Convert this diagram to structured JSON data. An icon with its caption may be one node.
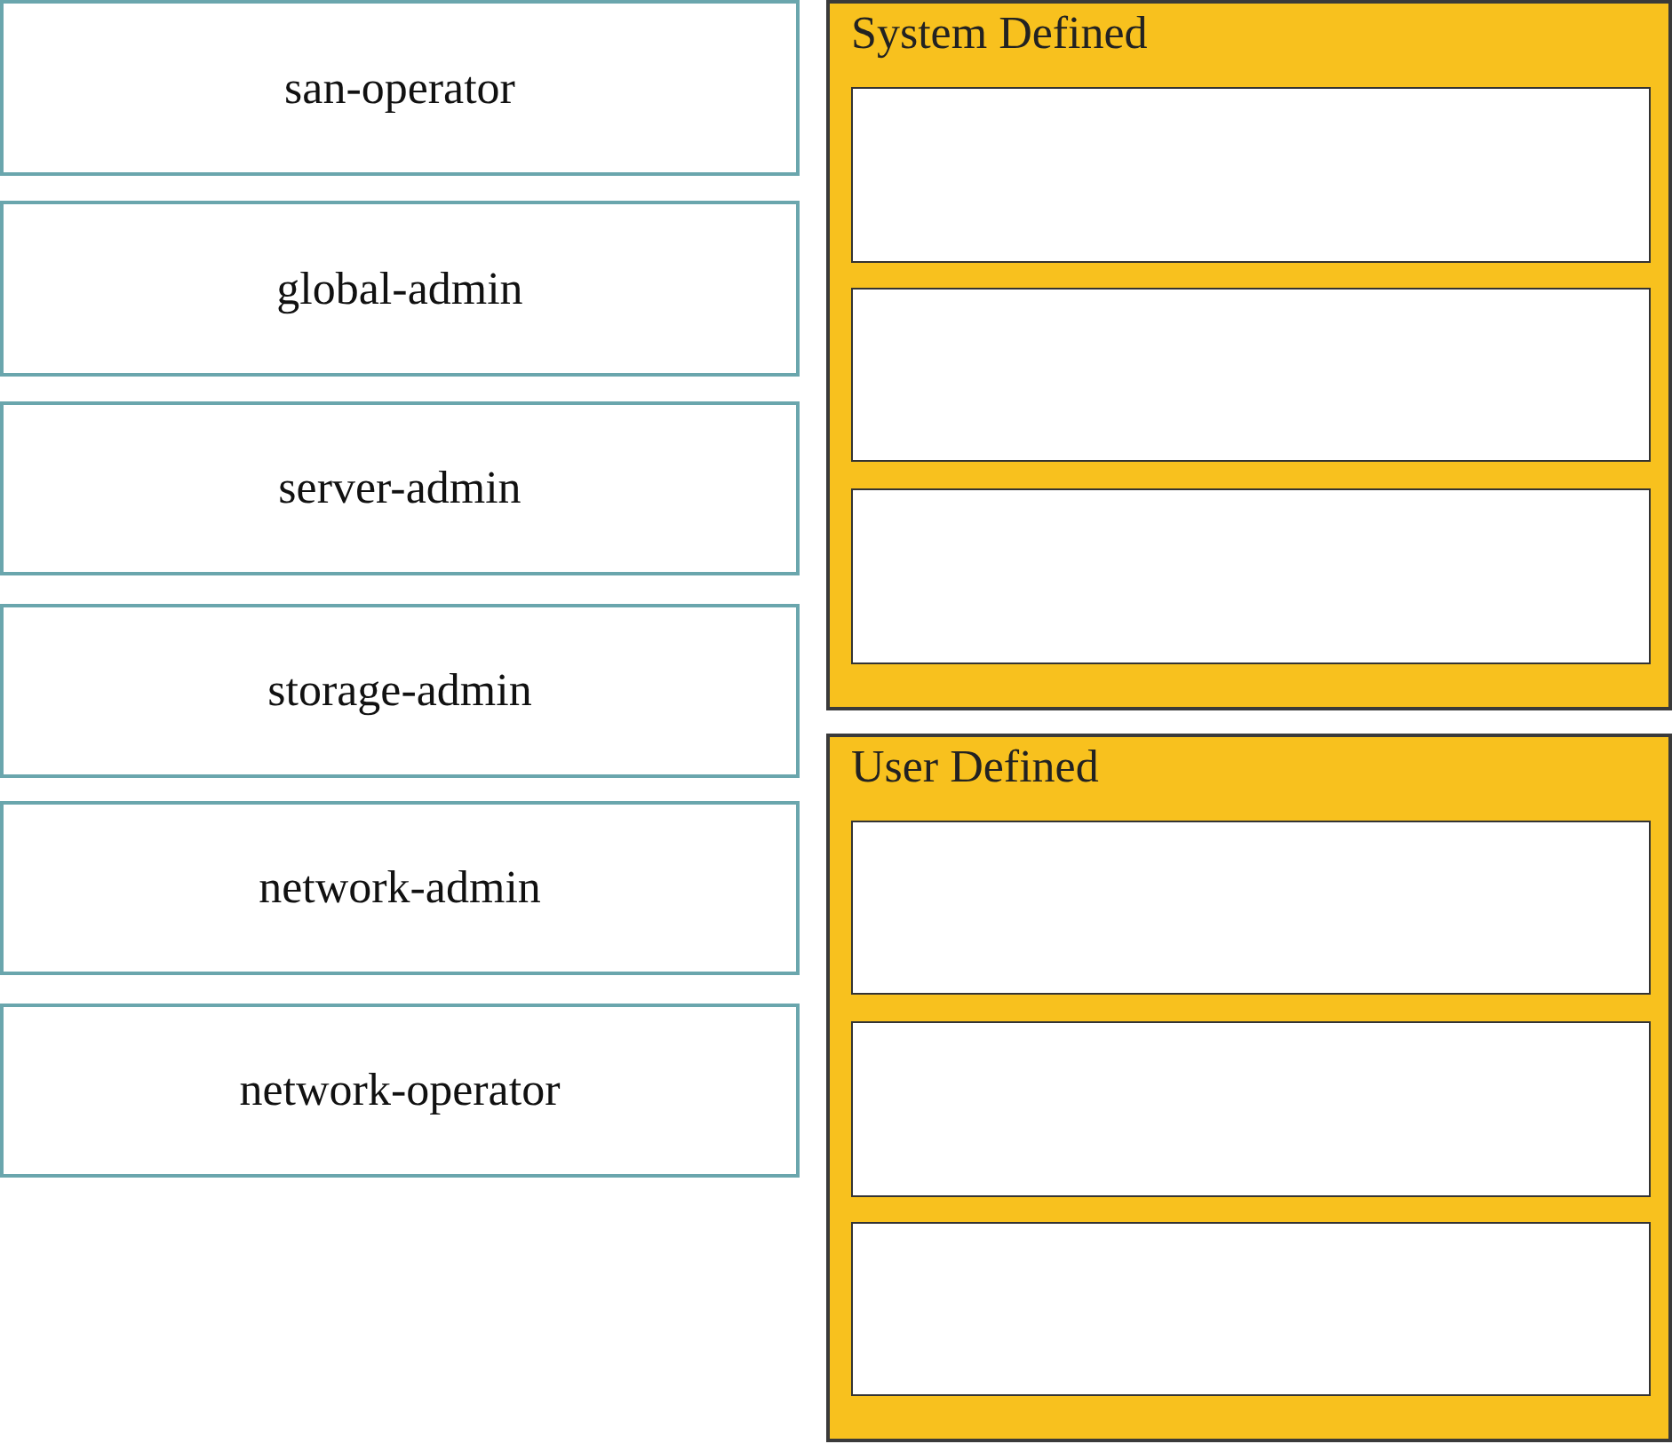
{
  "diagram": {
    "nodes": [
      {
        "text": [
          "san-operator"
        ]
      },
      {
        "text": [
          "global-admin"
        ]
      },
      {
        "text": [
          "server-admin"
        ]
      },
      {
        "text": [
          "storage-admin"
        ]
      },
      {
        "text": [
          "network-admin"
        ]
      },
      {
        "text": [
          "network-operator"
        ]
      },
      {
        "text": [
          "System Defined"
        ]
      },
      {
        "text": [],
        "shape": "box",
        "in": 6
      },
      {
        "text": [],
        "shape": "box",
        "in": 6
      },
      {
        "text": [],
        "shape": "box",
        "in": 6
      },
      {
        "text": [
          "User Defined"
        ]
      },
      {
        "text": [],
        "shape": "box",
        "in": 10
      },
      {
        "text": [],
        "shape": "box",
        "in": 10
      },
      {
        "text": [],
        "shape": "box",
        "in": 10
      }
    ]
  }
}
